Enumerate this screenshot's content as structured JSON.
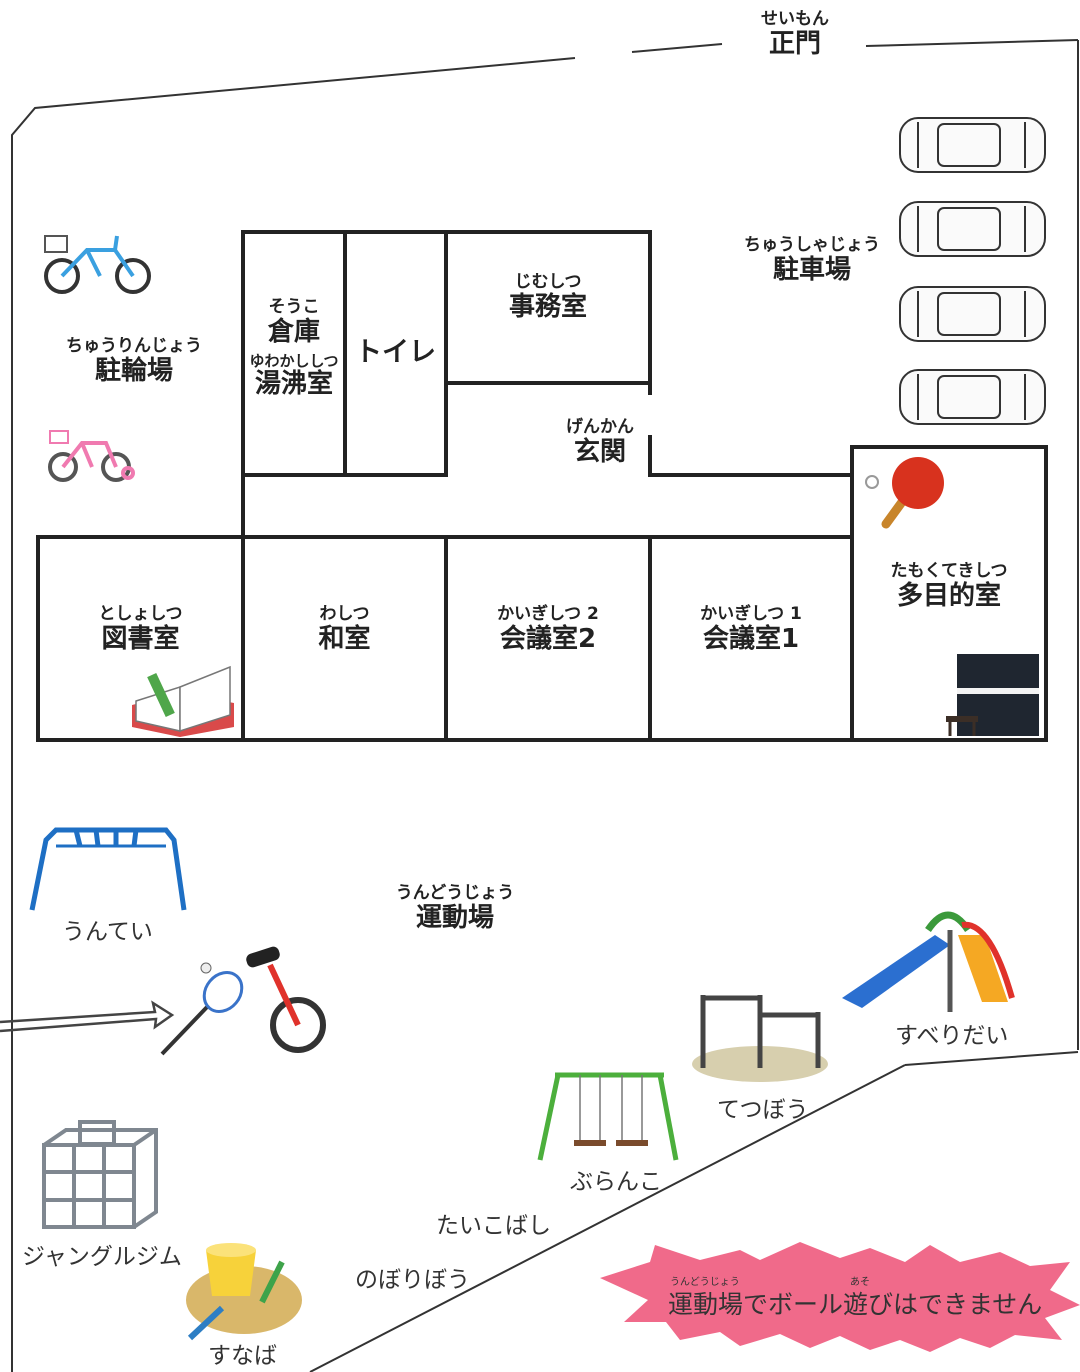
{
  "gate": {
    "ruby": "せいもん",
    "label": "正門"
  },
  "parking": {
    "ruby": "ちゅうしゃじょう",
    "label": "駐車場"
  },
  "bicycle_parking": {
    "ruby": "ちゅうりんじょう",
    "label": "駐輪場"
  },
  "rooms": {
    "storage": {
      "ruby": "そうこ",
      "label": "倉庫"
    },
    "kitchen": {
      "ruby": "ゆわかししつ",
      "label": "湯沸室"
    },
    "toilet": {
      "label": "トイレ"
    },
    "office": {
      "ruby": "じむしつ",
      "label": "事務室"
    },
    "entrance": {
      "ruby": "げんかん",
      "label": "玄関"
    },
    "multipurpose": {
      "ruby": "たもくてきしつ",
      "label": "多目的室"
    },
    "library": {
      "ruby": "としょしつ",
      "label": "図書室"
    },
    "japanese_room": {
      "ruby": "わしつ",
      "label": "和室"
    },
    "meeting2": {
      "ruby": "かいぎしつ 2",
      "label": "会議室2"
    },
    "meeting1": {
      "ruby": "かいぎしつ 1",
      "label": "会議室1"
    }
  },
  "ground": {
    "ruby": "うんどうじょう",
    "label": "運動場"
  },
  "playground": {
    "monkey_bars": "うんてい",
    "slide": "すべりだい",
    "iron_bar": "てつぼう",
    "swing": "ぶらんこ",
    "drum_bridge": "たいこばし",
    "climbing_pole": "のぼりぼう",
    "jungle_gym": "ジャングルジム",
    "sandbox": "すなば"
  },
  "warning": {
    "text": "運動場でボール遊びはできません",
    "ruby_1": "うんどうじょう",
    "ruby_2": "あそ",
    "color": "#f06a8a"
  },
  "icons": [
    "bicycle-icon",
    "kids-bicycle-icon",
    "car-icon",
    "ping-pong-icon",
    "piano-icon",
    "book-icon",
    "badminton-icon",
    "unicycle-icon",
    "arrow-icon"
  ]
}
